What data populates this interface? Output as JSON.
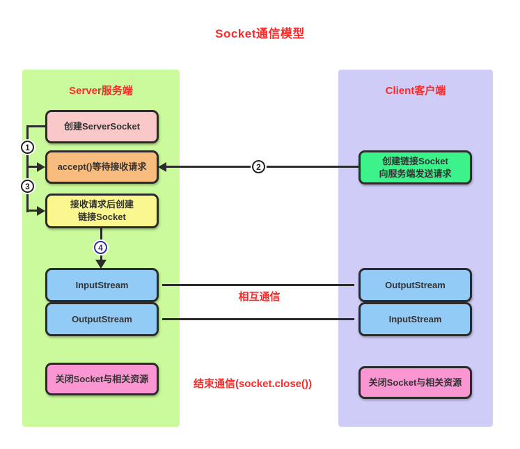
{
  "title": "Socket通信模型",
  "server_panel": {
    "title": "Server服务端",
    "boxes": {
      "create_serversocket": "创建ServerSocket",
      "accept": "accept()等待接收请求",
      "create_link_line1": "接收请求后创建",
      "create_link_line2": "链接Socket",
      "input_stream": "InputStream",
      "output_stream": "OutputStream",
      "close": "关闭Socket与相关资源"
    }
  },
  "client_panel": {
    "title": "Client客户端",
    "boxes": {
      "create_socket_line1": "创建链接Socket",
      "create_socket_line2": "向服务端发送请求",
      "output_stream": "OutputStream",
      "input_stream": "InputStream",
      "close": "关闭Socket与相关资源"
    }
  },
  "steps": {
    "s1": "1",
    "s2": "2",
    "s3": "3",
    "s4": "4"
  },
  "labels": {
    "mutual_communication": "相互通信",
    "end_communication": "结束通信(socket.close())"
  },
  "colors": {
    "title_red": "#fa2a2a",
    "server_panel_bg": "#cbfa9c",
    "client_panel_bg": "#cfccf8",
    "pink_box": "#f9c9c9",
    "orange_box": "#f8bd7e",
    "yellow_box": "#faf78e",
    "blue_box": "#93cbf7",
    "green_box": "#3cf28b",
    "hot_pink_box": "#fa97d3",
    "line_dark": "#2b2b2b",
    "step4_blue": "#2e3192"
  }
}
